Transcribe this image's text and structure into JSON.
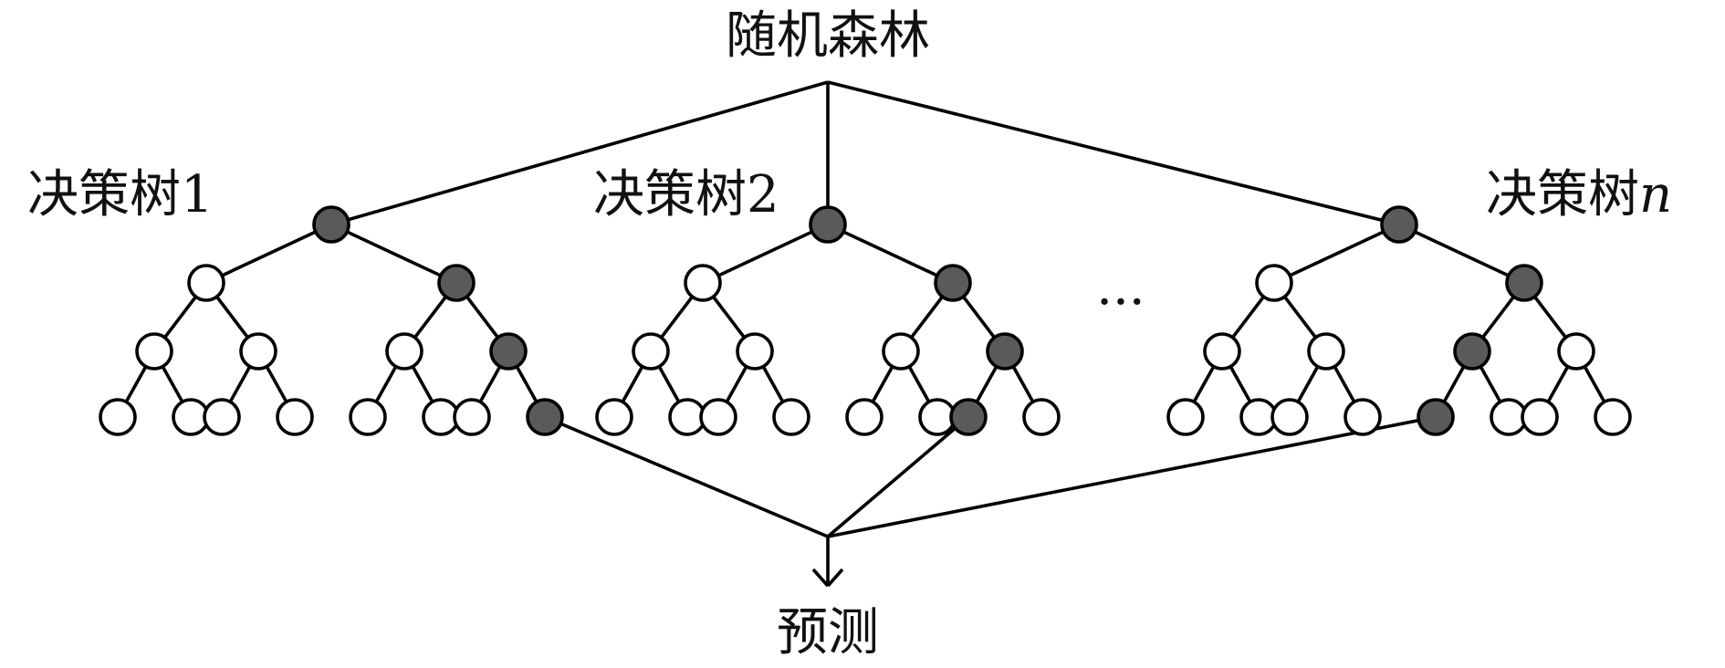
{
  "diagram": {
    "root_label": "随机森林",
    "output_label": "预测",
    "ellipsis": "···",
    "trees": [
      {
        "label": "决策树",
        "index": "1",
        "index_italic": false
      },
      {
        "label": "决策树",
        "index": "2",
        "index_italic": false
      },
      {
        "label": "决策树",
        "index": "n",
        "index_italic": true
      }
    ]
  },
  "colors": {
    "selected_node": "#5a5a5a",
    "unselected_node": "#ffffff",
    "line": "#000000"
  }
}
